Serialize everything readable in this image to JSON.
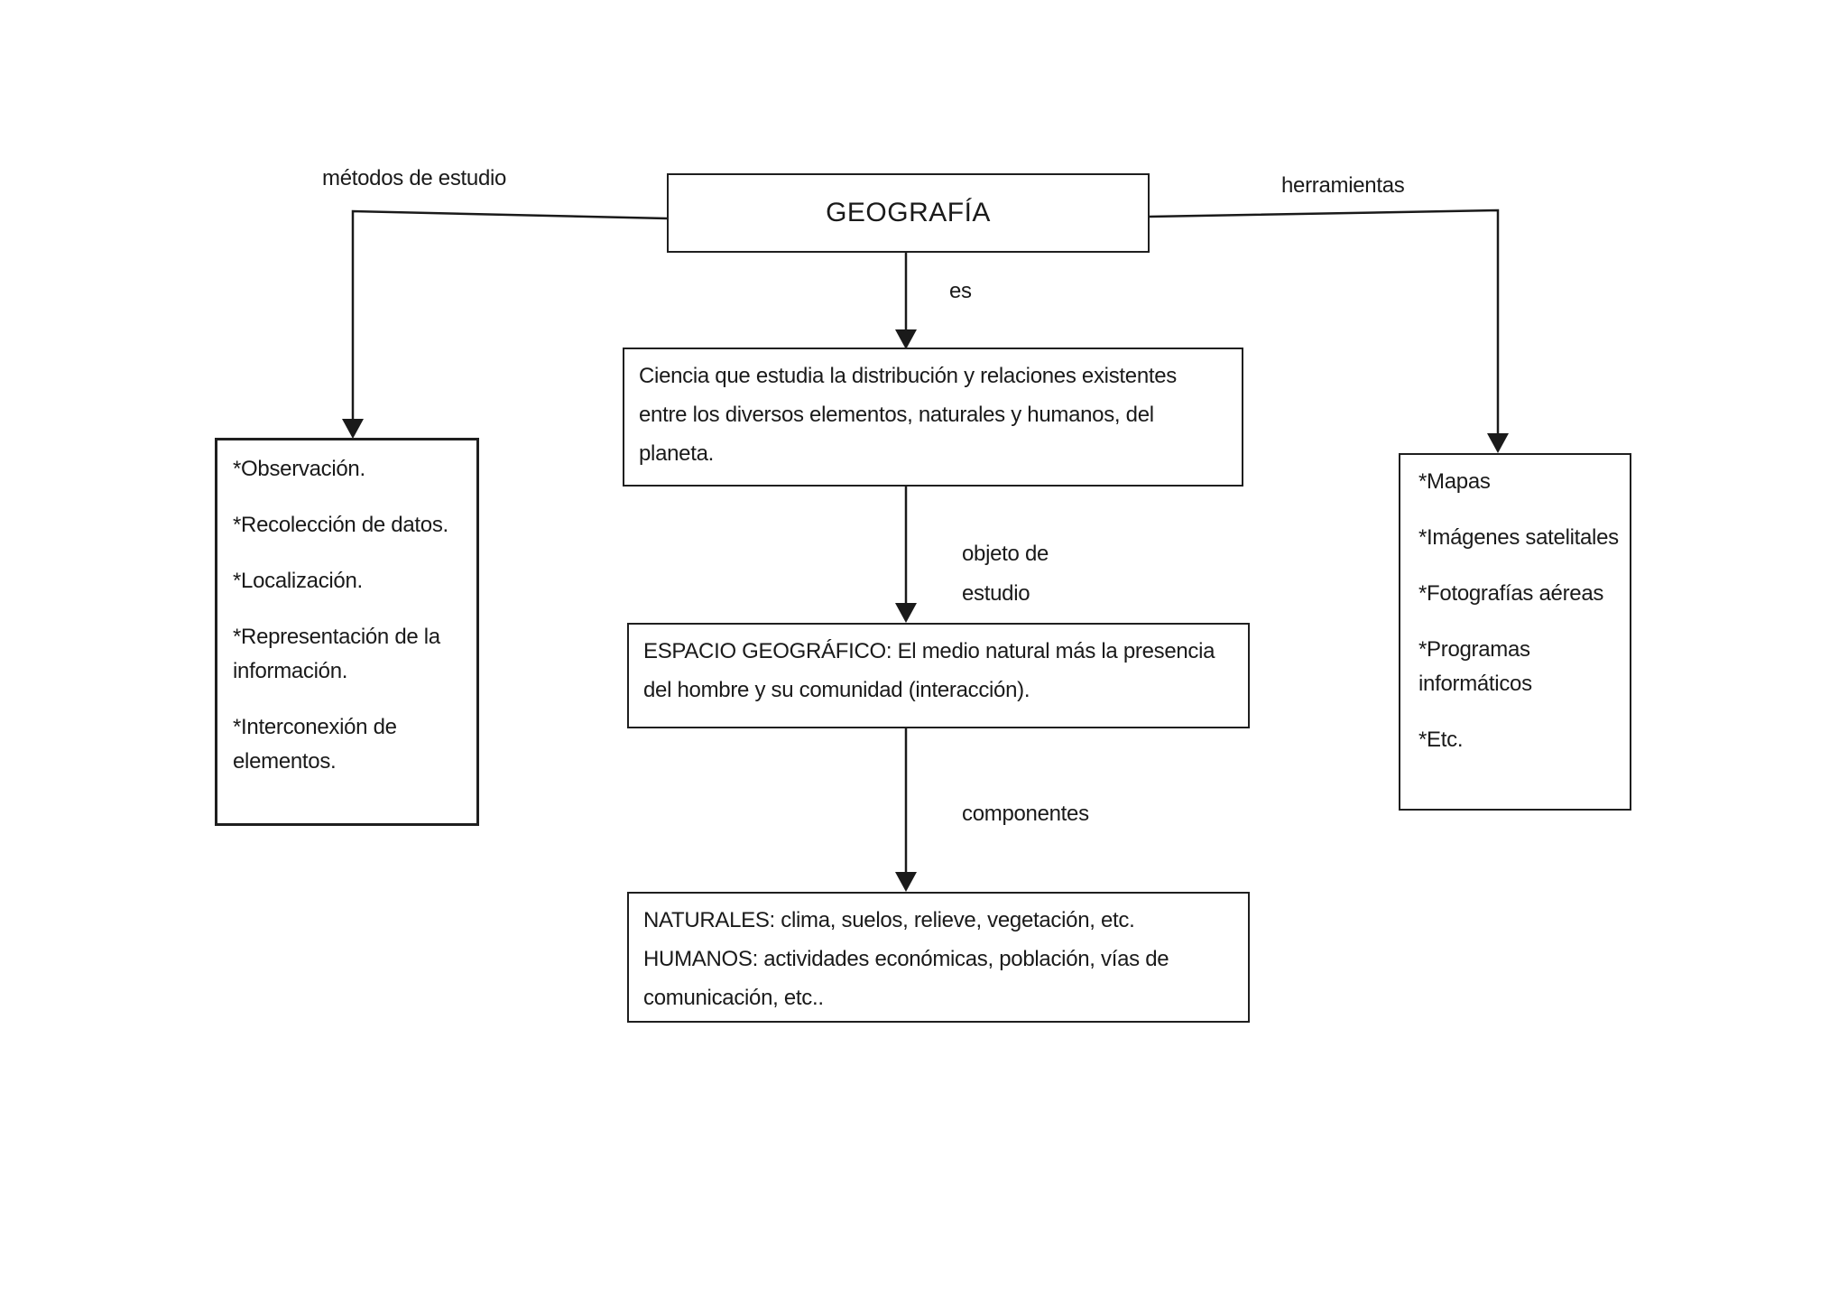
{
  "page": {
    "background_color": "#ffffff",
    "ink_color": "#1a1a1a"
  },
  "root": {
    "title": "GEOGRAFÍA"
  },
  "connector_labels": {
    "methods": "métodos de estudio",
    "tools": "herramientas",
    "es": "es",
    "object_of_study": "objeto de\nestudio",
    "components": "componentes"
  },
  "definition_box": {
    "lines": [
      "Ciencia que estudia la distribución y relaciones existentes",
      "entre los diversos elementos, naturales y humanos, del",
      "planeta."
    ]
  },
  "space_box": {
    "lines": [
      "ESPACIO GEOGRÁFICO: El medio natural más la presencia",
      "del hombre y su comunidad (interacción)."
    ]
  },
  "components_box": {
    "items": [
      "NATURALES: clima, suelos, relieve, vegetación, etc.",
      "HUMANOS: actividades económicas, población, vías de comunicación, etc.."
    ]
  },
  "methods_box": {
    "items": [
      "*Observación.",
      "*Recolección de datos.",
      "*Localización.",
      "*Representación de la información.",
      "*Interconexión de elementos."
    ]
  },
  "tools_box": {
    "items": [
      "*Mapas",
      "*Imágenes satelitales",
      "*Fotografías aéreas",
      "*Programas informáticos",
      "*Etc."
    ]
  }
}
